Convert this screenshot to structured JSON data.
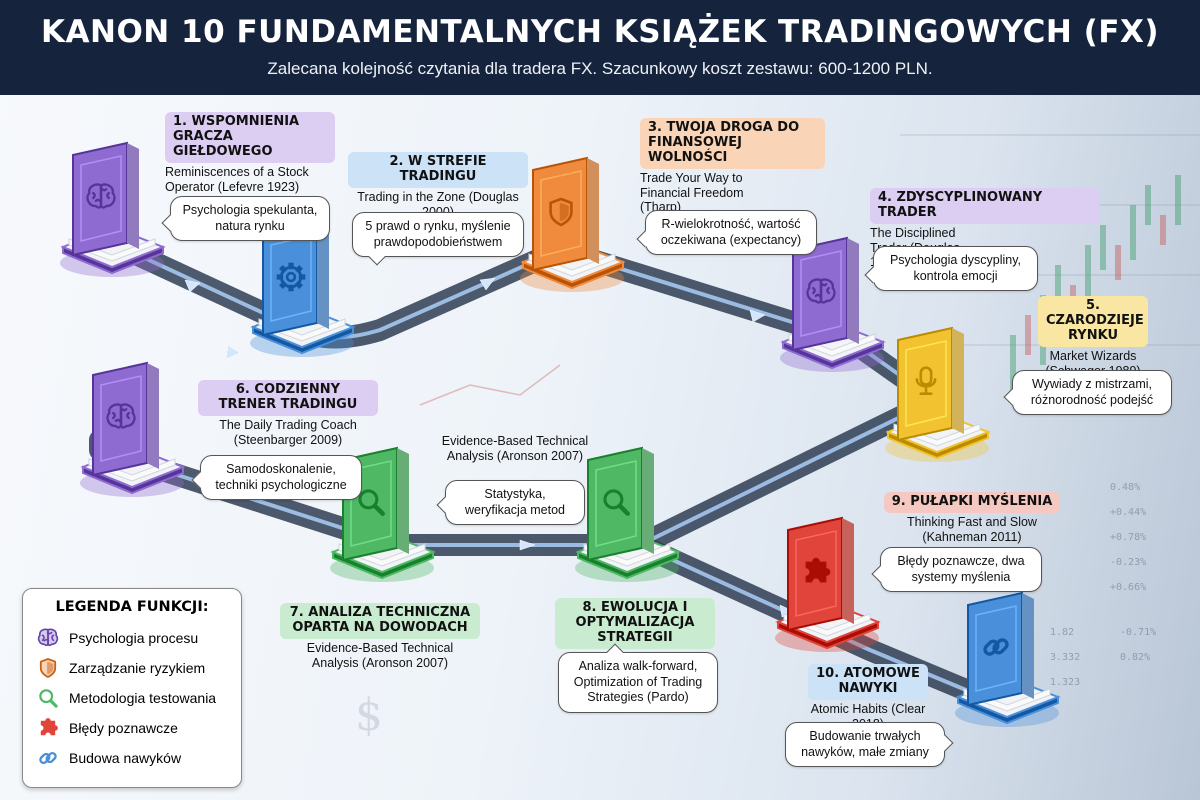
{
  "header": {
    "title": "KANON 10 FUNDAMENTALNYCH KSIĄŻEK TRADINGOWYCH (FX)",
    "subtitle": "Zalecana kolejność czytania dla tradera FX. Szacunkowy koszt zestawu: 600-1200 PLN."
  },
  "colors": {
    "purple": "#8e6bd1",
    "blue": "#4a8fd9",
    "orange": "#f08a3c",
    "yellow": "#f2c230",
    "green": "#4fb864",
    "red": "#e0443a",
    "header_bg": "#15233d"
  },
  "books": [
    {
      "title": "1. WSPOMNIENIA GRACZA GIEŁDOWEGO",
      "subtitle": "Reminiscences of a Stock Operator (Lefevre 1923)",
      "note": "Psychologia spekulanta, natura rynku",
      "icon": "brain-icon",
      "color": "purple"
    },
    {
      "title": "2. W STREFIE TRADINGU",
      "subtitle": "Trading in the Zone (Douglas 2000)",
      "note": "5 prawd o rynku, myślenie prawdopodobieństwem",
      "icon": "gear-icon",
      "color": "blue"
    },
    {
      "title": "3. TWOJA DROGA DO FINANSOWEJ WOLNOŚCI",
      "subtitle": "Trade Your Way to Financial Freedom (Tharp)",
      "note": "R-wielokrotność, wartość oczekiwana (expectancy)",
      "icon": "shield-icon",
      "color": "orange"
    },
    {
      "title": "4. ZDYSCYPLINOWANY TRADER",
      "subtitle": "The Disciplined Trader (Douglas 1990)",
      "note": "Psychologia dyscypliny, kontrola emocji",
      "icon": "brain-icon",
      "color": "purple"
    },
    {
      "title": "5. CZARODZIEJE RYNKU",
      "subtitle": "Market Wizards (Schwager 1989)",
      "note": "Wywiady z mistrzami, różnorodność podejść",
      "icon": "microphone-icon",
      "color": "yellow"
    },
    {
      "title": "6. CODZIENNY TRENER TRADINGU",
      "subtitle": "The Daily Trading Coach (Steenbarger 2009)",
      "note": "Samodoskonalenie, techniki psychologiczne",
      "icon": "brain-icon",
      "color": "purple"
    },
    {
      "title": "7. ANALIZA TECHNICZNA OPARTA NA DOWODACH",
      "subtitle": "Evidence-Based Technical Analysis (Aronson 2007)",
      "note": "Statystyka, weryfikacja metod",
      "note_header": "Evidence-Based Technical Analysis (Aronson 2007)",
      "icon": "magnifier-icon",
      "color": "green"
    },
    {
      "title": "8. EWOLUCJA I OPTYMALIZACJA STRATEGII",
      "subtitle": "",
      "note": "Analiza walk-forward, Optimization of Trading Strategies (Pardo)",
      "icon": "magnifier-icon",
      "color": "green"
    },
    {
      "title": "9. PUŁAPKI MYŚLENIA",
      "subtitle": "Thinking Fast and Slow (Kahneman 2011)",
      "note": "Błędy poznawcze, dwa systemy myślenia",
      "icon": "puzzle-icon",
      "color": "red"
    },
    {
      "title": "10. ATOMOWE NAWYKI",
      "subtitle": "Atomic Habits (Clear 2018)",
      "note": "Budowanie trwałych nawyków, małe zmiany",
      "icon": "chain-link-icon",
      "color": "blue"
    }
  ],
  "legend": {
    "title": "LEGENDA FUNKCJI:",
    "items": [
      {
        "label": "Psychologia procesu",
        "icon": "brain-icon",
        "color": "purple"
      },
      {
        "label": "Zarządzanie ryzykiem",
        "icon": "shield-icon",
        "color": "orange"
      },
      {
        "label": "Metodologia testowania",
        "icon": "magnifier-icon",
        "color": "green"
      },
      {
        "label": "Błędy poznawcze",
        "icon": "puzzle-icon",
        "color": "red"
      },
      {
        "label": "Budowa nawyków",
        "icon": "chain-link-icon",
        "color": "blue"
      }
    ]
  },
  "decor": {
    "ticker": [
      "0.48%",
      "+0.44%",
      "+0.78%",
      "-0.23%",
      "+0.66%",
      "1.82",
      "3.332",
      "-0.71%",
      "1.323",
      "0.82%"
    ],
    "currency_symbol": "$"
  }
}
